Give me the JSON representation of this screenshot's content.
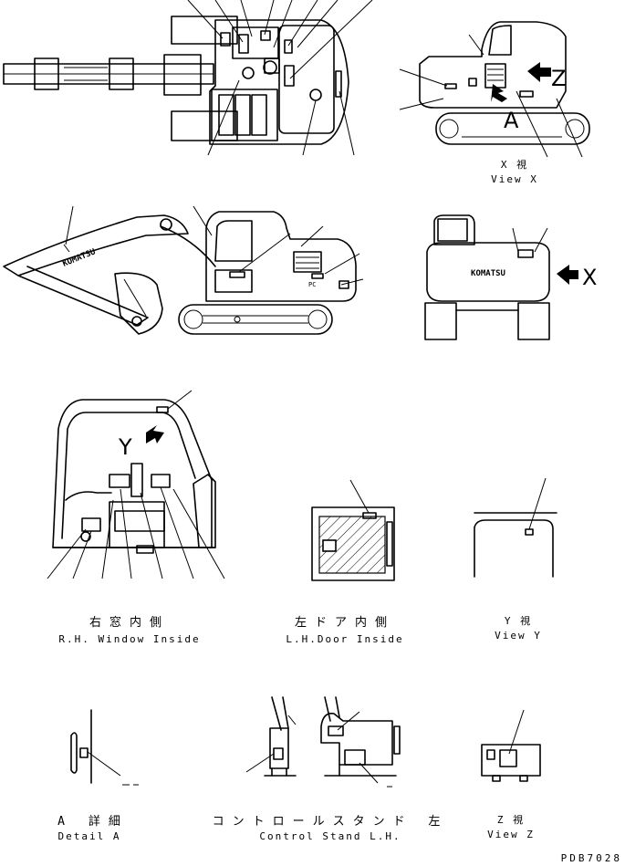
{
  "drawing_code": "PDB7028",
  "arrow_labels": {
    "z": "Z",
    "a": "A",
    "x": "X",
    "y": "Y"
  },
  "brand_marks": {
    "counterweight_logo": "KOMATSU",
    "boom_logo": "KOMATSU",
    "engine_hood_mark": "PC"
  },
  "captions": {
    "view_x_jp": "X 視",
    "view_x_en": "View X",
    "rh_window_jp": "右窓内側",
    "rh_window_en": "R.H. Window Inside",
    "lh_door_jp": "左ドア内側",
    "lh_door_en": "L.H.Door Inside",
    "view_y_jp": "Y 視",
    "view_y_en": "View Y",
    "detail_a_jp": "A 詳細",
    "detail_a_en": "Detail A",
    "control_stand_jp": "コントロールスタンド 左",
    "control_stand_en": "Control Stand L.H.",
    "view_z_jp": "Z 視",
    "view_z_en": "View Z"
  }
}
